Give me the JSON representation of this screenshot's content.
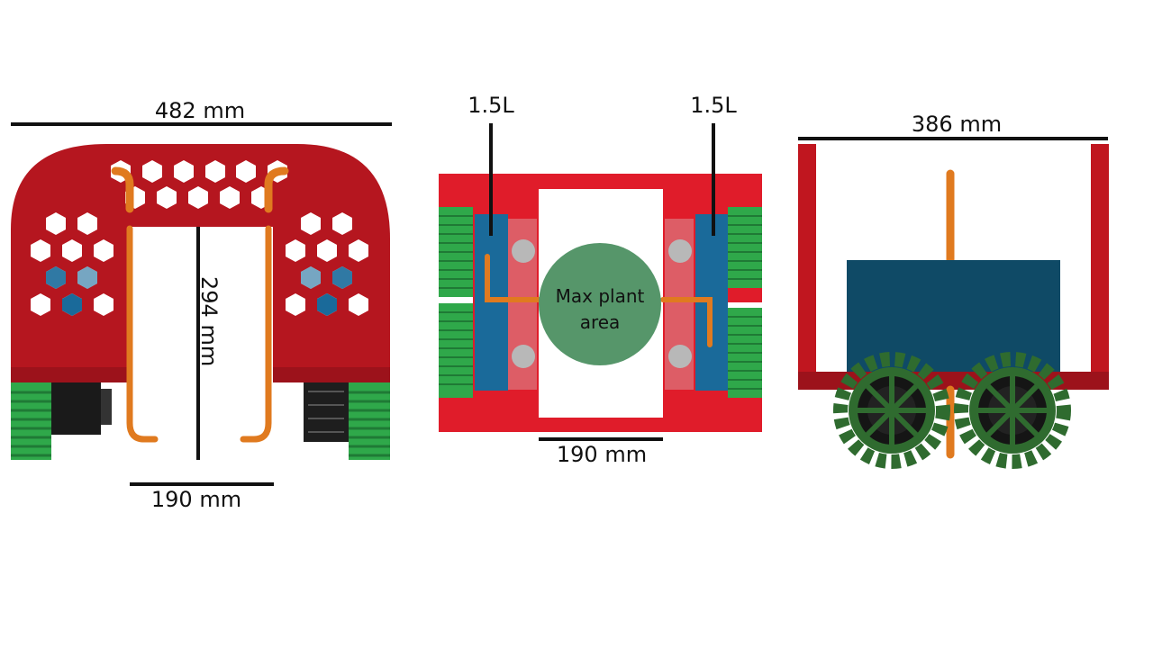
{
  "colors": {
    "chassis_red": "#b5161f",
    "bright_red": "#e01c2a",
    "dark_red": "#8e1019",
    "track_green": "#2fa84a",
    "track_dark": "#1f7a35",
    "tank_blue": "#1a6a9a",
    "tank_dark": "#0f3f5a",
    "pipe_orange": "#e07a1f",
    "plant_green": "#56966a",
    "wheel_green": "#2f6b2f",
    "motor_black": "#1a1a1a"
  },
  "front_view": {
    "width_label": "482 mm",
    "height_label": "294 mm",
    "gap_label": "190 mm"
  },
  "top_view": {
    "left_tank_label": "1.5L",
    "right_tank_label": "1.5L",
    "plant_area_line1": "Max plant",
    "plant_area_line2": "area",
    "gap_label": "190 mm"
  },
  "side_view": {
    "width_label": "386 mm"
  }
}
